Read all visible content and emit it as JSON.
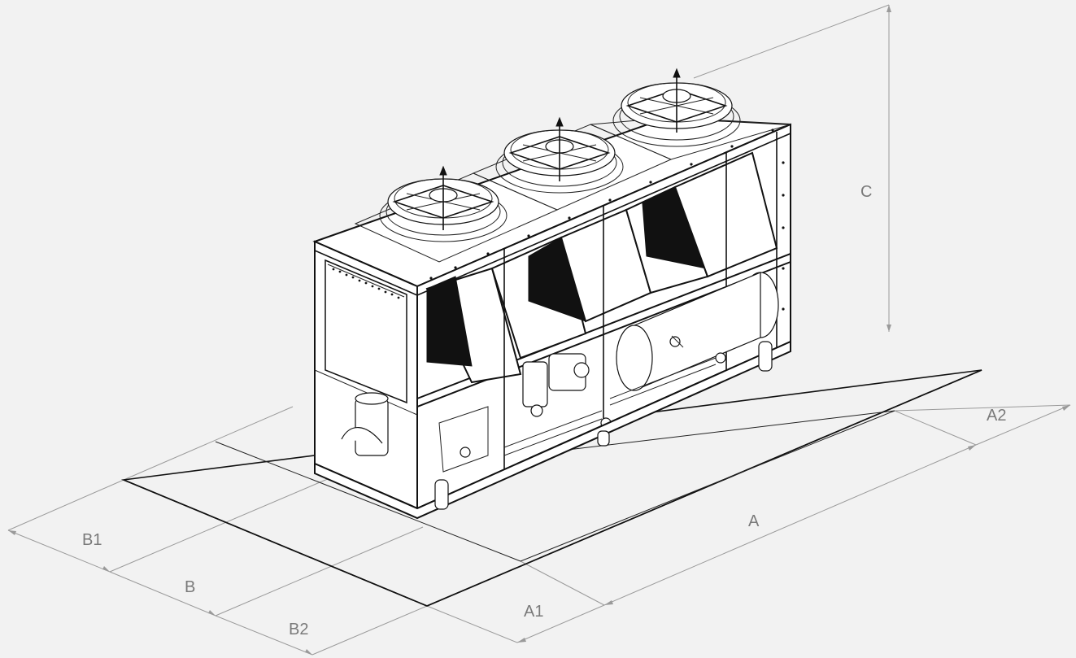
{
  "diagram": {
    "subject": "air-cooled chiller unit with three top fans, isometric dimensional drawing",
    "colors": {
      "background": "#f2f2f2",
      "linework": "#111111",
      "dimension_lines": "#9a9a9a",
      "dimension_text": "#7a7a7a",
      "coil_shadow": "#111111"
    },
    "dimension_labels": {
      "length": "A",
      "length_clearance_front": "A1",
      "length_clearance_rear": "A2",
      "width": "B",
      "width_clearance_left": "B1",
      "width_clearance_right": "B2",
      "height": "C"
    },
    "fan_count": 3
  }
}
